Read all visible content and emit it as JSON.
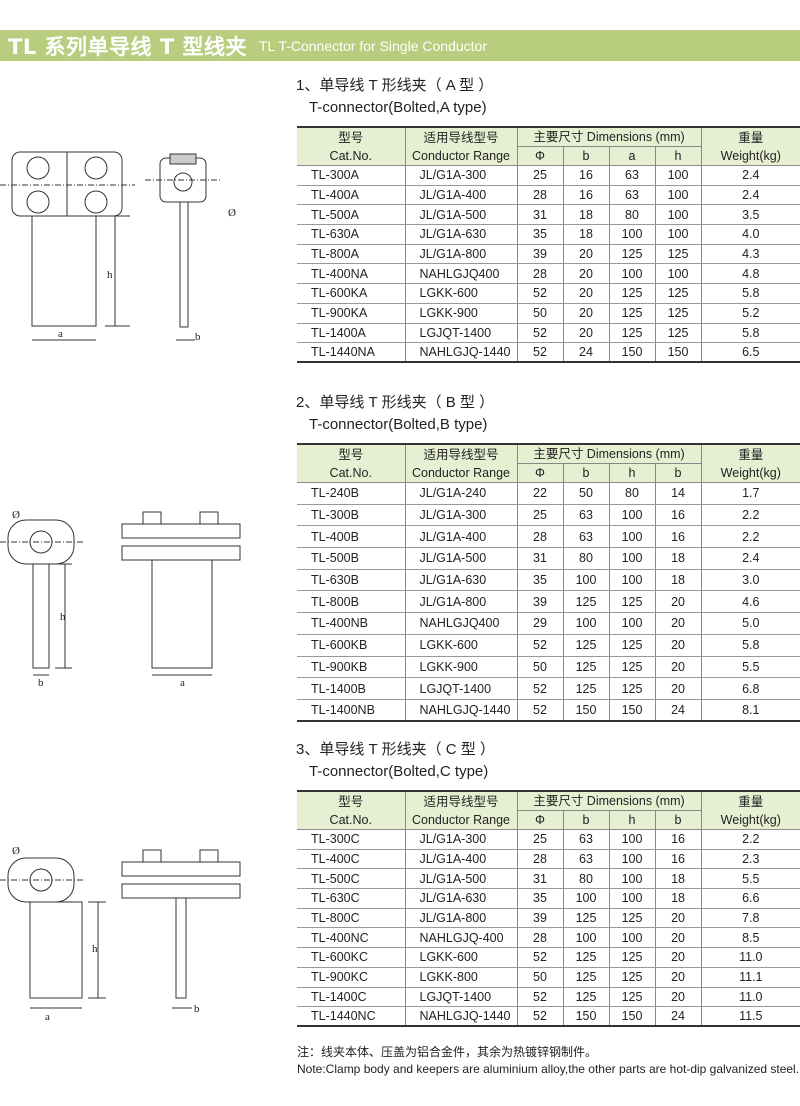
{
  "banner": {
    "title_cn": "TL 系列单导线 T 型线夹",
    "title_en": "TL T-Connector for Single Conductor"
  },
  "header_labels": {
    "cat_cn": "型号",
    "cat_en": "Cat.No.",
    "cond_cn": "适用导线型号",
    "cond_en": "Conductor Range",
    "dims": "主要尺寸 Dimensions (mm)",
    "weight_cn": "重量",
    "weight_en": "Weight(kg)"
  },
  "diagram_labels": {
    "a": "a",
    "b": "b",
    "h": "h",
    "phi": "Ø"
  },
  "sections": [
    {
      "title_cn": "1、单导线 T 形线夹（ A 型 ）",
      "title_en": "T-connector(Bolted,A type)",
      "dim_cols": [
        "Φ",
        "b",
        "a",
        "h"
      ],
      "rows": [
        [
          "TL-300A",
          "JL/G1A-300",
          "25",
          "16",
          "63",
          "100",
          "2.4"
        ],
        [
          "TL-400A",
          "JL/G1A-400",
          "28",
          "16",
          "63",
          "100",
          "2.4"
        ],
        [
          "TL-500A",
          "JL/G1A-500",
          "31",
          "18",
          "80",
          "100",
          "3.5"
        ],
        [
          "TL-630A",
          "JL/G1A-630",
          "35",
          "18",
          "100",
          "100",
          "4.0"
        ],
        [
          "TL-800A",
          "JL/G1A-800",
          "39",
          "20",
          "125",
          "125",
          "4.3"
        ],
        [
          "TL-400NA",
          "NAHLGJQ400",
          "28",
          "20",
          "100",
          "100",
          "4.8"
        ],
        [
          "TL-600KA",
          "LGKK-600",
          "52",
          "20",
          "125",
          "125",
          "5.8"
        ],
        [
          "TL-900KA",
          "LGKK-900",
          "50",
          "20",
          "125",
          "125",
          "5.2"
        ],
        [
          "TL-1400A",
          "LGJQT-1400",
          "52",
          "20",
          "125",
          "125",
          "5.8"
        ],
        [
          "TL-1440NA",
          "NAHLGJQ-1440",
          "52",
          "24",
          "150",
          "150",
          "6.5"
        ]
      ]
    },
    {
      "title_cn": "2、单导线 T 形线夹（ B 型 ）",
      "title_en": "T-connector(Bolted,B type)",
      "dim_cols": [
        "Φ",
        "b",
        "h",
        "b"
      ],
      "rows": [
        [
          "TL-240B",
          "JL/G1A-240",
          "22",
          "50",
          "80",
          "14",
          "1.7"
        ],
        [
          "TL-300B",
          "JL/G1A-300",
          "25",
          "63",
          "100",
          "16",
          "2.2"
        ],
        [
          "TL-400B",
          "JL/G1A-400",
          "28",
          "63",
          "100",
          "16",
          "2.2"
        ],
        [
          "TL-500B",
          "JL/G1A-500",
          "31",
          "80",
          "100",
          "18",
          "2.4"
        ],
        [
          "TL-630B",
          "JL/G1A-630",
          "35",
          "100",
          "100",
          "18",
          "3.0"
        ],
        [
          "TL-800B",
          "JL/G1A-800",
          "39",
          "125",
          "125",
          "20",
          "4.6"
        ],
        [
          "TL-400NB",
          "NAHLGJQ400",
          "29",
          "100",
          "100",
          "20",
          "5.0"
        ],
        [
          "TL-600KB",
          "LGKK-600",
          "52",
          "125",
          "125",
          "20",
          "5.8"
        ],
        [
          "TL-900KB",
          "LGKK-900",
          "50",
          "125",
          "125",
          "20",
          "5.5"
        ],
        [
          "TL-1400B",
          "LGJQT-1400",
          "52",
          "125",
          "125",
          "20",
          "6.8"
        ],
        [
          "TL-1400NB",
          "NAHLGJQ-1440",
          "52",
          "150",
          "150",
          "24",
          "8.1"
        ]
      ]
    },
    {
      "title_cn": "3、单导线 T 形线夹（ C 型 ）",
      "title_en": "T-connector(Bolted,C type)",
      "dim_cols": [
        "Φ",
        "b",
        "h",
        "b"
      ],
      "rows": [
        [
          "TL-300C",
          "JL/G1A-300",
          "25",
          "63",
          "100",
          "16",
          "2.2"
        ],
        [
          "TL-400C",
          "JL/G1A-400",
          "28",
          "63",
          "100",
          "16",
          "2.3"
        ],
        [
          "TL-500C",
          "JL/G1A-500",
          "31",
          "80",
          "100",
          "18",
          "5.5"
        ],
        [
          "TL-630C",
          "JL/G1A-630",
          "35",
          "100",
          "100",
          "18",
          "6.6"
        ],
        [
          "TL-800C",
          "JL/G1A-800",
          "39",
          "125",
          "125",
          "20",
          "7.8"
        ],
        [
          "TL-400NC",
          "NAHLGJQ-400",
          "28",
          "100",
          "100",
          "20",
          "8.5"
        ],
        [
          "TL-600KC",
          "LGKK-600",
          "52",
          "125",
          "125",
          "20",
          "11.0"
        ],
        [
          "TL-900KC",
          "LGKK-800",
          "50",
          "125",
          "125",
          "20",
          "11.1"
        ],
        [
          "TL-1400C",
          "LGJQT-1400",
          "52",
          "125",
          "125",
          "20",
          "11.0"
        ],
        [
          "TL-1440NC",
          "NAHLGJQ-1440",
          "52",
          "150",
          "150",
          "24",
          "11.5"
        ]
      ]
    }
  ],
  "note": {
    "cn": "注：线夹本体、压盖为铝合金件，其余为热镀锌钢制件。",
    "en": "Note:Clamp body and keepers are aluminium alloy,the other parts are hot-dip galvanized steel."
  }
}
